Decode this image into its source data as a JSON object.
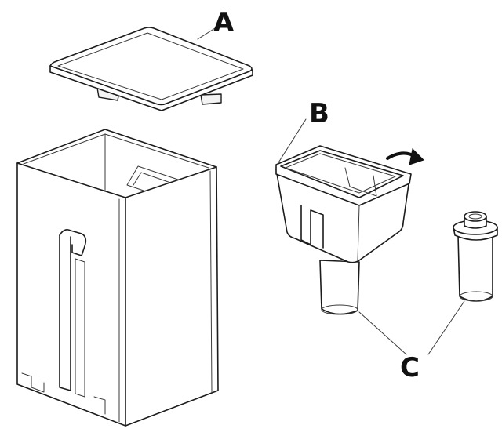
{
  "figure": {
    "labels": {
      "a": "A",
      "b": "B",
      "c": "C"
    },
    "parts": [
      {
        "name": "lid",
        "callout": "A"
      },
      {
        "name": "filter-funnel",
        "callout": "B"
      },
      {
        "name": "filter-cartridges",
        "callout": "C"
      }
    ]
  }
}
